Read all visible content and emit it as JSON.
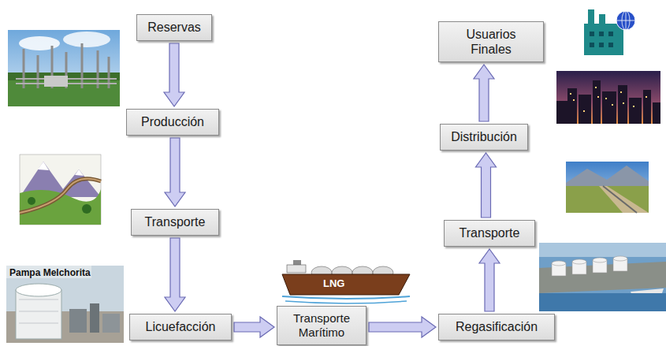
{
  "diagram": {
    "nodes": [
      {
        "text": [
          "Reservas"
        ]
      },
      {
        "text": [
          "Producción"
        ]
      },
      {
        "text": [
          "Transporte"
        ]
      },
      {
        "text": [
          "Licuefacción"
        ]
      },
      {
        "text": [
          "Transporte Marítimo"
        ]
      },
      {
        "text": [
          "Regasificación"
        ]
      },
      {
        "text": [
          "Transporte"
        ]
      },
      {
        "text": [
          "Distribución"
        ]
      },
      {
        "text": [
          "Usuarios Finales"
        ]
      }
    ],
    "edges": [
      {
        "from": 0,
        "to": 1,
        "arrow": "to"
      },
      {
        "from": 1,
        "to": 2,
        "arrow": "to"
      },
      {
        "from": 2,
        "to": 3,
        "arrow": "to"
      },
      {
        "from": 3,
        "to": 4,
        "arrow": "to"
      },
      {
        "from": 4,
        "to": 5,
        "arrow": "to"
      },
      {
        "from": 5,
        "to": 6,
        "arrow": "to"
      },
      {
        "from": 6,
        "to": 7,
        "arrow": "to"
      },
      {
        "from": 7,
        "to": 8,
        "arrow": "to"
      }
    ],
    "labels": [
      "Pampa Melchorita",
      "LNG"
    ]
  }
}
